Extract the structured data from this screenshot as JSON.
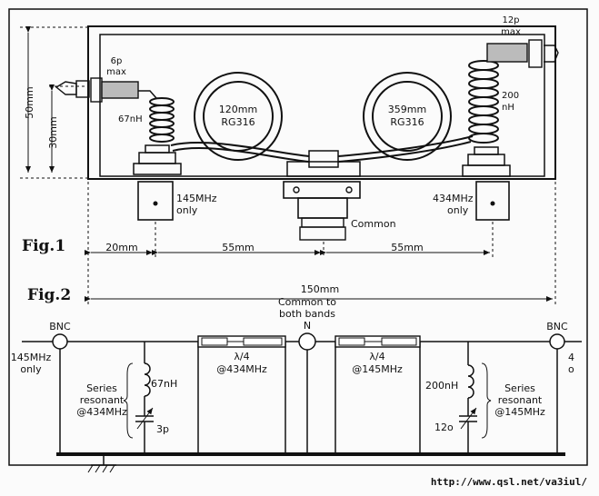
{
  "fig1": {
    "title": "Fig.1",
    "dim_height": "50mm",
    "dim_inner": "30mm",
    "dim_left": "20mm",
    "dim_mid1": "55mm",
    "dim_mid2": "55mm",
    "dim_total": "150mm",
    "cap_left": [
      "6p",
      "max"
    ],
    "cap_right": [
      "12p",
      "max"
    ],
    "ind_left": "67nH",
    "ind_right": [
      "200",
      "nH"
    ],
    "coil_left": [
      "120mm",
      "RG316"
    ],
    "coil_right": [
      "359mm",
      "RG316"
    ],
    "conn_left_label": [
      "145MHz",
      "only"
    ],
    "conn_right_label": [
      "434MHz",
      "only"
    ],
    "conn_common": "Common"
  },
  "fig2": {
    "title": "Fig.2",
    "bnc_left": "BNC",
    "bnc_left_label": [
      "145MHz",
      "only"
    ],
    "bnc_right": "BNC",
    "bnc_right_label": [
      "4",
      "o"
    ],
    "common_label": [
      "Common to",
      "both bands",
      "N"
    ],
    "series_left": [
      "Series",
      "resonant",
      "@434MHz"
    ],
    "ind_left": "67nH",
    "cap_left": "3p",
    "line_left": [
      "λ/4",
      "@434MHz"
    ],
    "line_right": [
      "λ/4",
      "@145MHz"
    ],
    "ind_right": "200nH",
    "cap_right": "12o",
    "series_right": [
      "Series",
      "resonant",
      "@145MHz"
    ]
  },
  "footer": {
    "url": "http://www.qsl.net/va3iul/"
  }
}
